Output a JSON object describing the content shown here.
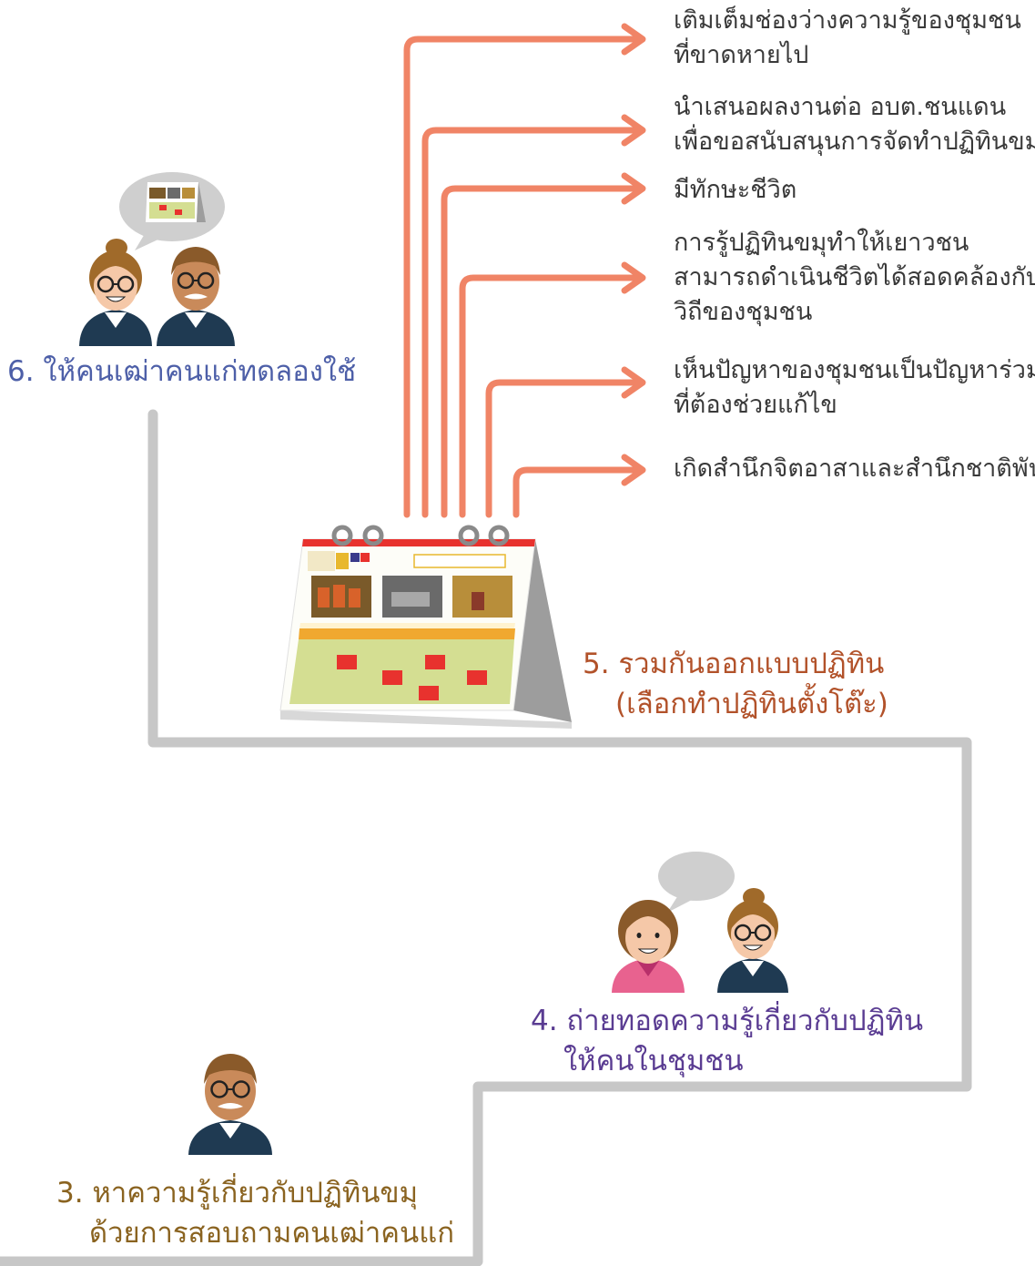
{
  "outcomes": [
    {
      "line1": "เติมเต็มช่องว่างความรู้ของชุมชน",
      "line2": "ที่ขาดหายไป"
    },
    {
      "line1": "นำเสนอผลงานต่อ อบต.ชนแดน",
      "line2": "เพื่อขอสนับสนุนการจัดทำปฏิทินขมุ"
    },
    {
      "line1": "มีทักษะชีวิต"
    },
    {
      "line1": "การรู้ปฏิทินขมุทำให้เยาวชน",
      "line2": "สามารถดำเนินชีวิตได้สอดคล้องกับ",
      "line3": "วิถีของชุมชน"
    },
    {
      "line1": "เห็นปัญหาของชุมชนเป็นปัญหาร่วม",
      "line2": "ที่ต้องช่วยแก้ไข"
    },
    {
      "line1": "เกิดสำนึกจิตอาสาและสำนึกชาติพันธุ์"
    }
  ],
  "steps": {
    "step6": {
      "line1": "6. ให้คนเฒ่าคนแก่ทดลองใช้"
    },
    "step5": {
      "line1": "5. รวมกันออกแบบปฏิทิน",
      "line2": "(เลือกทำปฏิทินตั้งโต๊ะ)"
    },
    "step4": {
      "line1": "4. ถ่ายทอดความรู้เกี่ยวกับปฏิทิน",
      "line2": "ให้คนในชุมชน"
    },
    "step3": {
      "line1": "3. หาความรู้เกี่ยวกับปฏิทินขมุ",
      "line2": "ด้วยการสอบถามคนเฒ่าคนแก่"
    }
  },
  "colors": {
    "arrow": "#f08466",
    "staircase": "#c7c7c7",
    "calendar_red_cell": "#e8322e",
    "calendar_ring": "#8a8a8a",
    "shirt_navy": "#1f3a52",
    "shirt_pink": "#e8628f"
  }
}
